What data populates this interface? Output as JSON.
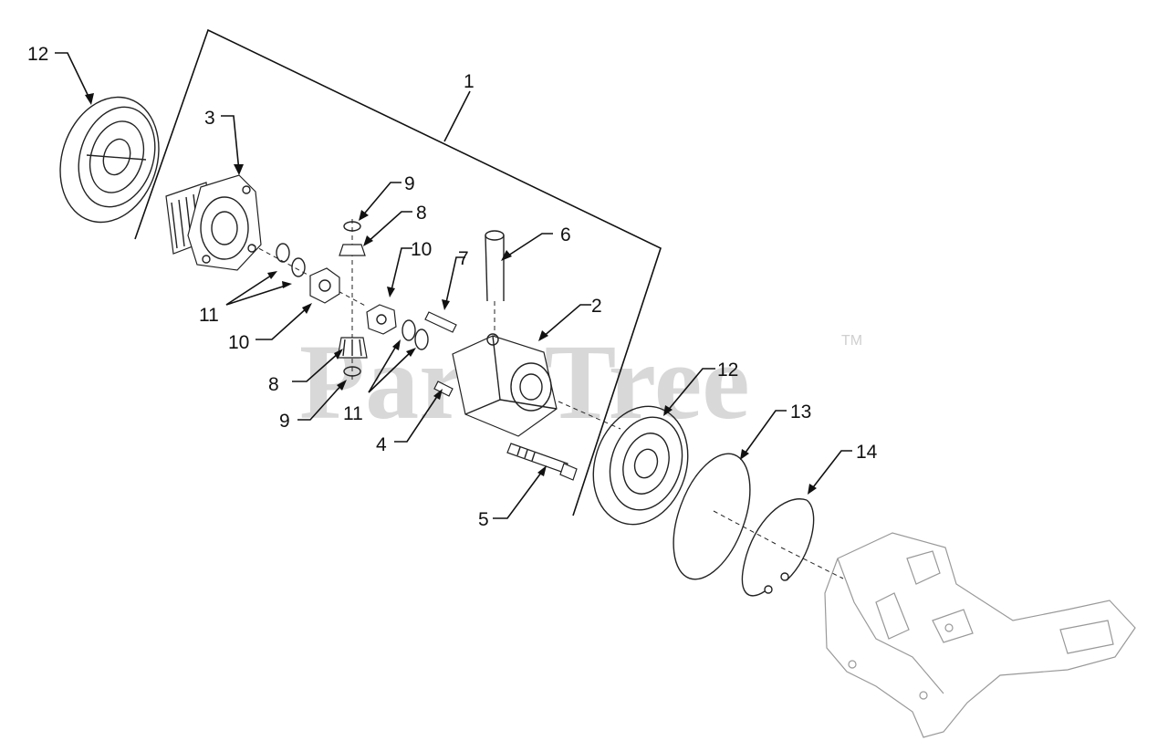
{
  "watermark": {
    "text": "PartsTree",
    "trademark": "TM"
  },
  "callouts": [
    {
      "id": "c12a",
      "label": "12"
    },
    {
      "id": "c3",
      "label": "3"
    },
    {
      "id": "c1",
      "label": "1"
    },
    {
      "id": "c9a",
      "label": "9"
    },
    {
      "id": "c8a",
      "label": "8"
    },
    {
      "id": "c6",
      "label": "6"
    },
    {
      "id": "c10a",
      "label": "10"
    },
    {
      "id": "c7",
      "label": "7"
    },
    {
      "id": "c2",
      "label": "2"
    },
    {
      "id": "c11a",
      "label": "11"
    },
    {
      "id": "c10b",
      "label": "10"
    },
    {
      "id": "c8b",
      "label": "8"
    },
    {
      "id": "c11b",
      "label": "11"
    },
    {
      "id": "c9b",
      "label": "9"
    },
    {
      "id": "c4",
      "label": "4"
    },
    {
      "id": "c12b",
      "label": "12"
    },
    {
      "id": "c13",
      "label": "13"
    },
    {
      "id": "c14",
      "label": "14"
    },
    {
      "id": "c5",
      "label": "5"
    }
  ]
}
